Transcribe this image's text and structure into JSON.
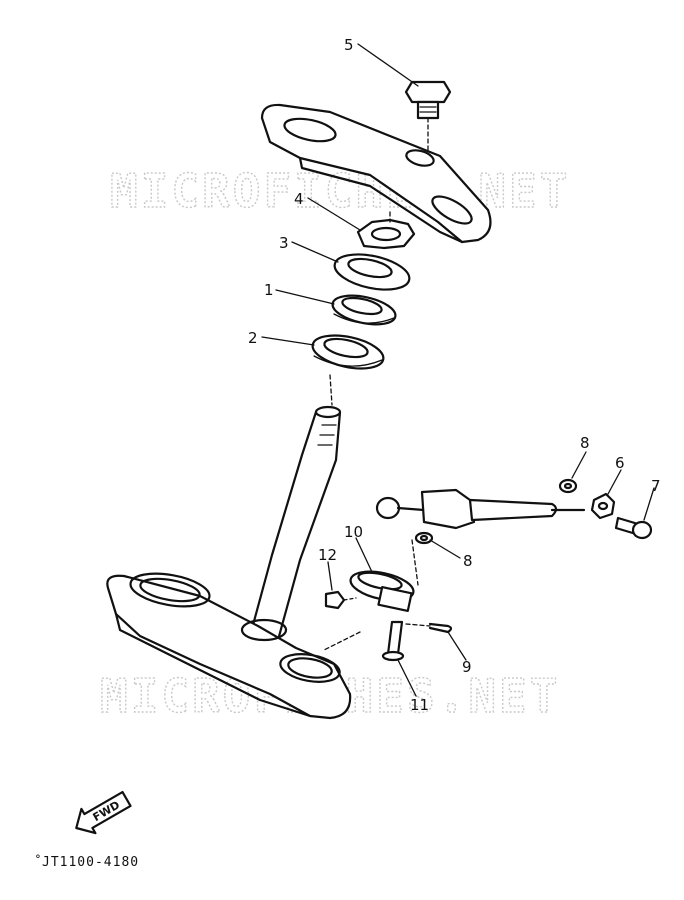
{
  "watermark": "MICROFICHES.NET",
  "callouts": {
    "c1": "1",
    "c2": "2",
    "c3": "3",
    "c4": "4",
    "c5": "5",
    "c6": "6",
    "c7": "7",
    "c8a": "8",
    "c8b": "8",
    "c9": "9",
    "c10": "10",
    "c11": "11",
    "c12": "12"
  },
  "fwd_label": "FWD",
  "diagram_code": "JT1100-4180"
}
